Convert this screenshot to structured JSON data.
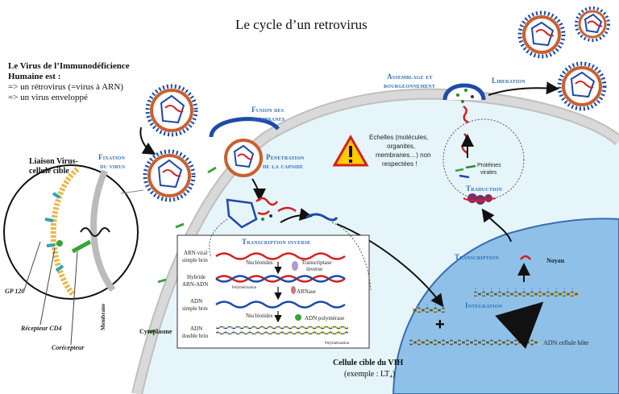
{
  "title": "Le cycle d’un retrovirus",
  "intro": {
    "line1": "Le Virus de l’Immunodéficience",
    "line2": "Humaine est :",
    "line3": "=> un rétrovirus (=virus à ARN)",
    "line4": "=> un virus enveloppé"
  },
  "zoom": {
    "title": "Liaison Virus-",
    "title2": "cellule cible",
    "gp120": "GP 120",
    "cd4": "Récepteur CD4",
    "coreceptor": "Corécepteur",
    "membrane": "Membrane"
  },
  "stages": {
    "fixation1": "Fixation",
    "fixation2": "du virus",
    "fusion1": "Fusion des",
    "fusion2": "membranes",
    "penetration1": "Penetration",
    "penetration2": "de la capside",
    "assemblage1": "Assemblage et",
    "assemblage2": "bourgeonnement",
    "liberation": "Liberation",
    "traduction": "Traduction",
    "transcription": "Transcription",
    "integration": "Integration",
    "transcription_inverse": "Transcription inverse"
  },
  "warning": {
    "line1": "Echelles (molécules,",
    "line2": "organites,",
    "line3": "membranes…) non",
    "line4": "respectées !"
  },
  "proteins": {
    "line1": "Protéines",
    "line2": "virales"
  },
  "rt_box": {
    "row1a": "ARN viral",
    "row1b": "simple brin",
    "row2a": "Hybride",
    "row2b": "ARN-ADN",
    "row3a": "ADN",
    "row3b": "simple brin",
    "row4a": "ADN",
    "row4b": "double brin",
    "nucleotides1": "Nucléotides",
    "rt1": "Transcriptase",
    "rt2": "inverse",
    "polymerisation1": "Polymérisation",
    "arnase": "ARNase",
    "nucleotides2": "Nucléotides",
    "adn_polymerase": "ADN polymérase",
    "polymerisation2": "Polymérisation"
  },
  "cytoplasm": "Cytoplasme",
  "noyau": "Noyau",
  "adn_host": "ADN cellule hôte",
  "plus": "+",
  "caption": {
    "line1": "Cellule cible du VIH",
    "line2": "(exemple : LT₄)"
  },
  "colors": {
    "cytoplasm": "#e6f5fa",
    "nucleus": "#8fc1e8",
    "membrane": "#1e4aa8",
    "label_blue": "#2f6fb6",
    "virus_shell": "#c8602f",
    "rna": "#d42020",
    "dna_blue": "#1f4fa8",
    "dna_yellow": "#e7c12a"
  }
}
